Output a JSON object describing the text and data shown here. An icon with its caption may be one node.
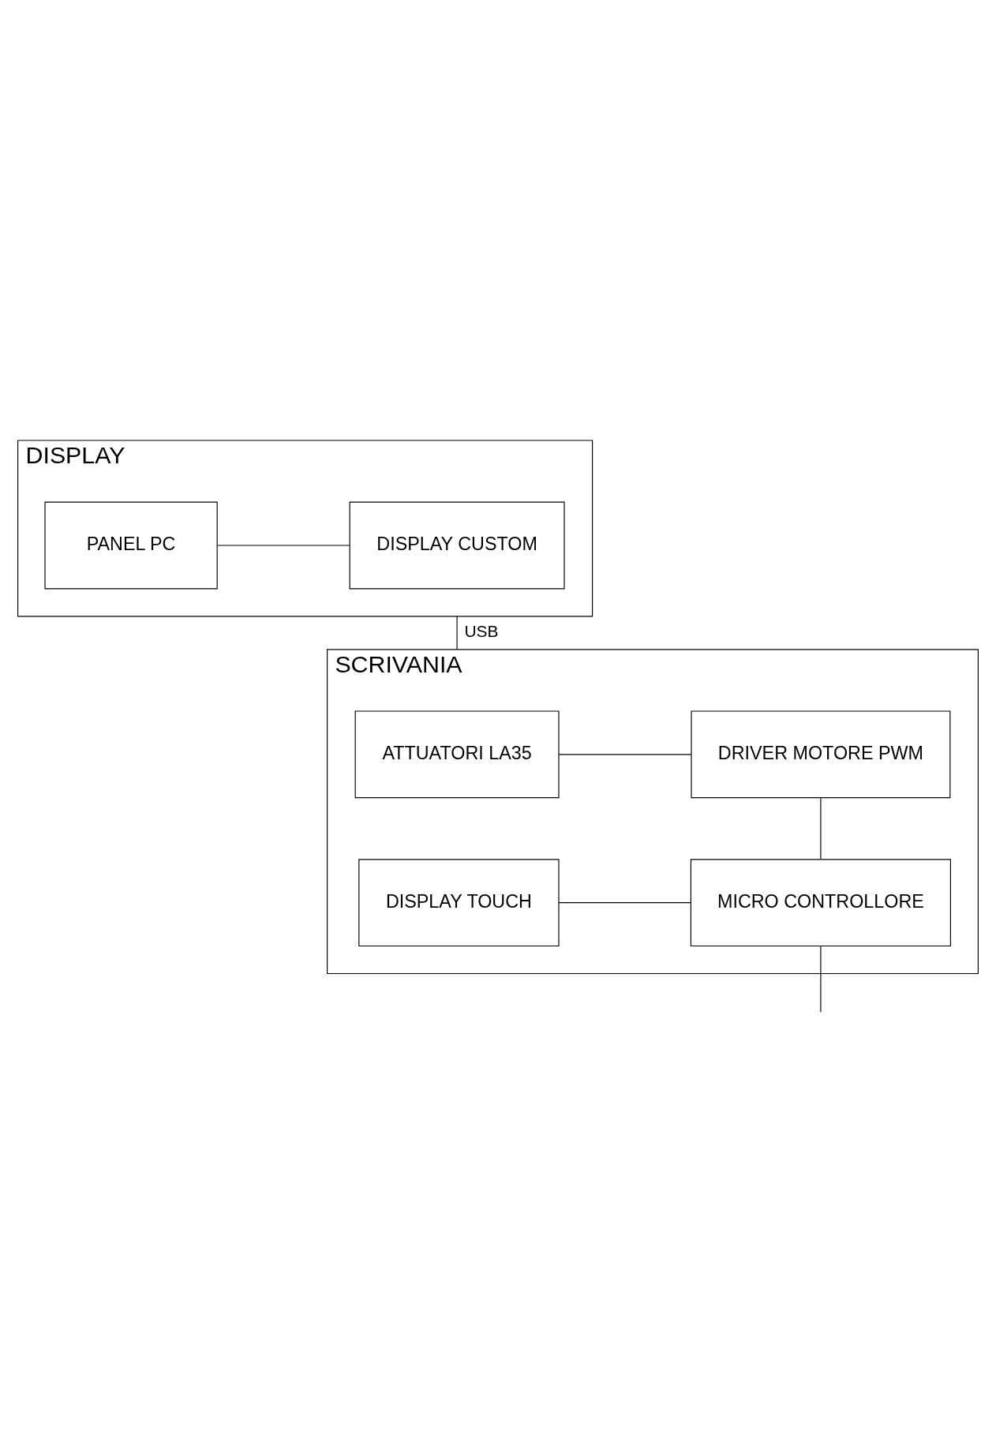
{
  "diagram": {
    "nodes": [
      {
        "text": [
          "DISPLAY"
        ]
      },
      {
        "text": [
          "PANEL PC"
        ],
        "in": 0
      },
      {
        "text": [
          "DISPLAY CUSTOM"
        ],
        "in": 0
      },
      {
        "text": [
          "SCRIVANIA"
        ]
      },
      {
        "text": [
          "ATTUATORI LA35"
        ],
        "in": 3
      },
      {
        "text": [
          "DRIVER MOTORE PWM"
        ],
        "in": 3
      },
      {
        "text": [
          "DISPLAY TOUCH"
        ],
        "in": 3
      },
      {
        "text": [
          "MICRO CONTROLLORE"
        ],
        "in": 3
      }
    ],
    "edges": [
      {
        "from": 1,
        "to": 2,
        "arrow": "none"
      },
      {
        "from": 0,
        "to": 3,
        "arrow": "none",
        "label": "USB"
      },
      {
        "from": 4,
        "to": 5,
        "arrow": "none"
      },
      {
        "from": 5,
        "to": 7,
        "arrow": "none"
      },
      {
        "from": 6,
        "to": 7,
        "arrow": "none"
      },
      {
        "from": 7,
        "to": null,
        "arrow": "none"
      }
    ]
  }
}
